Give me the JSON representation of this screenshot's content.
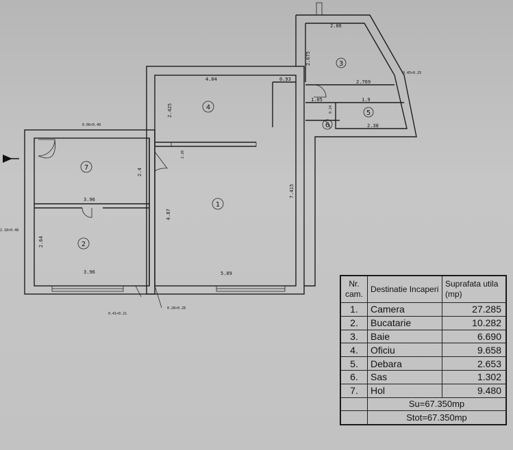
{
  "plan": {
    "dimensions": {
      "d_4_04": "4.04",
      "d_0_93": "0.93",
      "d_2_06": "2.06",
      "d_2_675": "2.675",
      "d_2_769": "2.769",
      "d_0_45": "0.45×0.25",
      "d_1_05": "1.05",
      "d_1_9": "1.9",
      "d_2_38": "2.38",
      "d_2_425": "2.425",
      "d_7_415": "7.415",
      "d_4_87": "4.87",
      "d_5_09": "5.09",
      "d_3_96a": "3.96",
      "d_3_96b": "3.96",
      "d_2_4": "2.4",
      "d_2_64": "2.64",
      "d_0_06": "0.06×0.40",
      "d_0_41": "0.41×0.21",
      "d_0_28": "0.28×0.28",
      "d_2_18": "2.18×0.48",
      "d_0_24": "0.24",
      "d_2_20": "2.20"
    },
    "rooms": [
      "1",
      "2",
      "3",
      "4",
      "5",
      "6",
      "7"
    ]
  },
  "table": {
    "header": {
      "nr": "Nr. cam.",
      "destinatie": "Destinatie Incaperi",
      "suprafata": "Suprafata utila (mp)"
    },
    "rows": [
      {
        "nr": "1.",
        "name": "Camera",
        "area": "27.285"
      },
      {
        "nr": "2.",
        "name": "Bucatarie",
        "area": "10.282"
      },
      {
        "nr": "3.",
        "name": "Baie",
        "area": "6.690"
      },
      {
        "nr": "4.",
        "name": "Oficiu",
        "area": "9.658"
      },
      {
        "nr": "5.",
        "name": "Debara",
        "area": "2.653"
      },
      {
        "nr": "6.",
        "name": "Sas",
        "area": "1.302"
      },
      {
        "nr": "7.",
        "name": "Hol",
        "area": "9.480"
      }
    ],
    "su": "Su=67.350mp",
    "stot": "Stot=67.350mp"
  }
}
